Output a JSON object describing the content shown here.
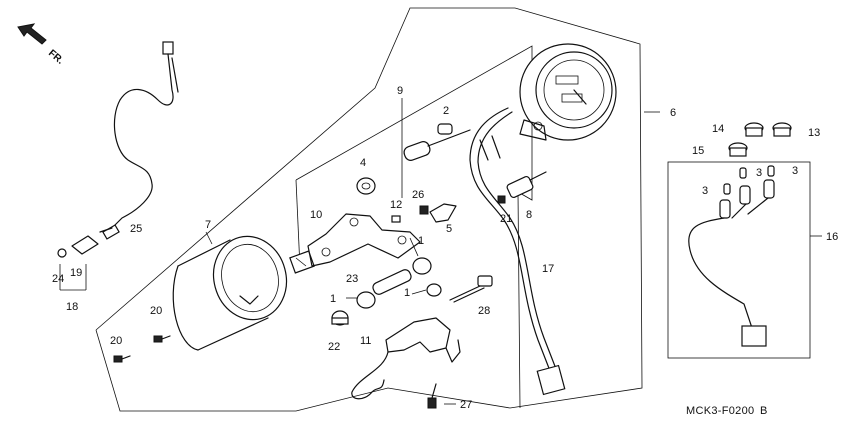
{
  "diagram": {
    "direction_label": "FR.",
    "diagram_code": "MCK3-F0200",
    "revision": "B",
    "callouts": [
      "1",
      "1",
      "1",
      "2",
      "3",
      "3",
      "3",
      "4",
      "5",
      "6",
      "7",
      "8",
      "9",
      "10",
      "11",
      "12",
      "13",
      "14",
      "15",
      "16",
      "17",
      "18",
      "19",
      "20",
      "20",
      "21",
      "22",
      "23",
      "24",
      "25",
      "26",
      "27",
      "28"
    ]
  }
}
